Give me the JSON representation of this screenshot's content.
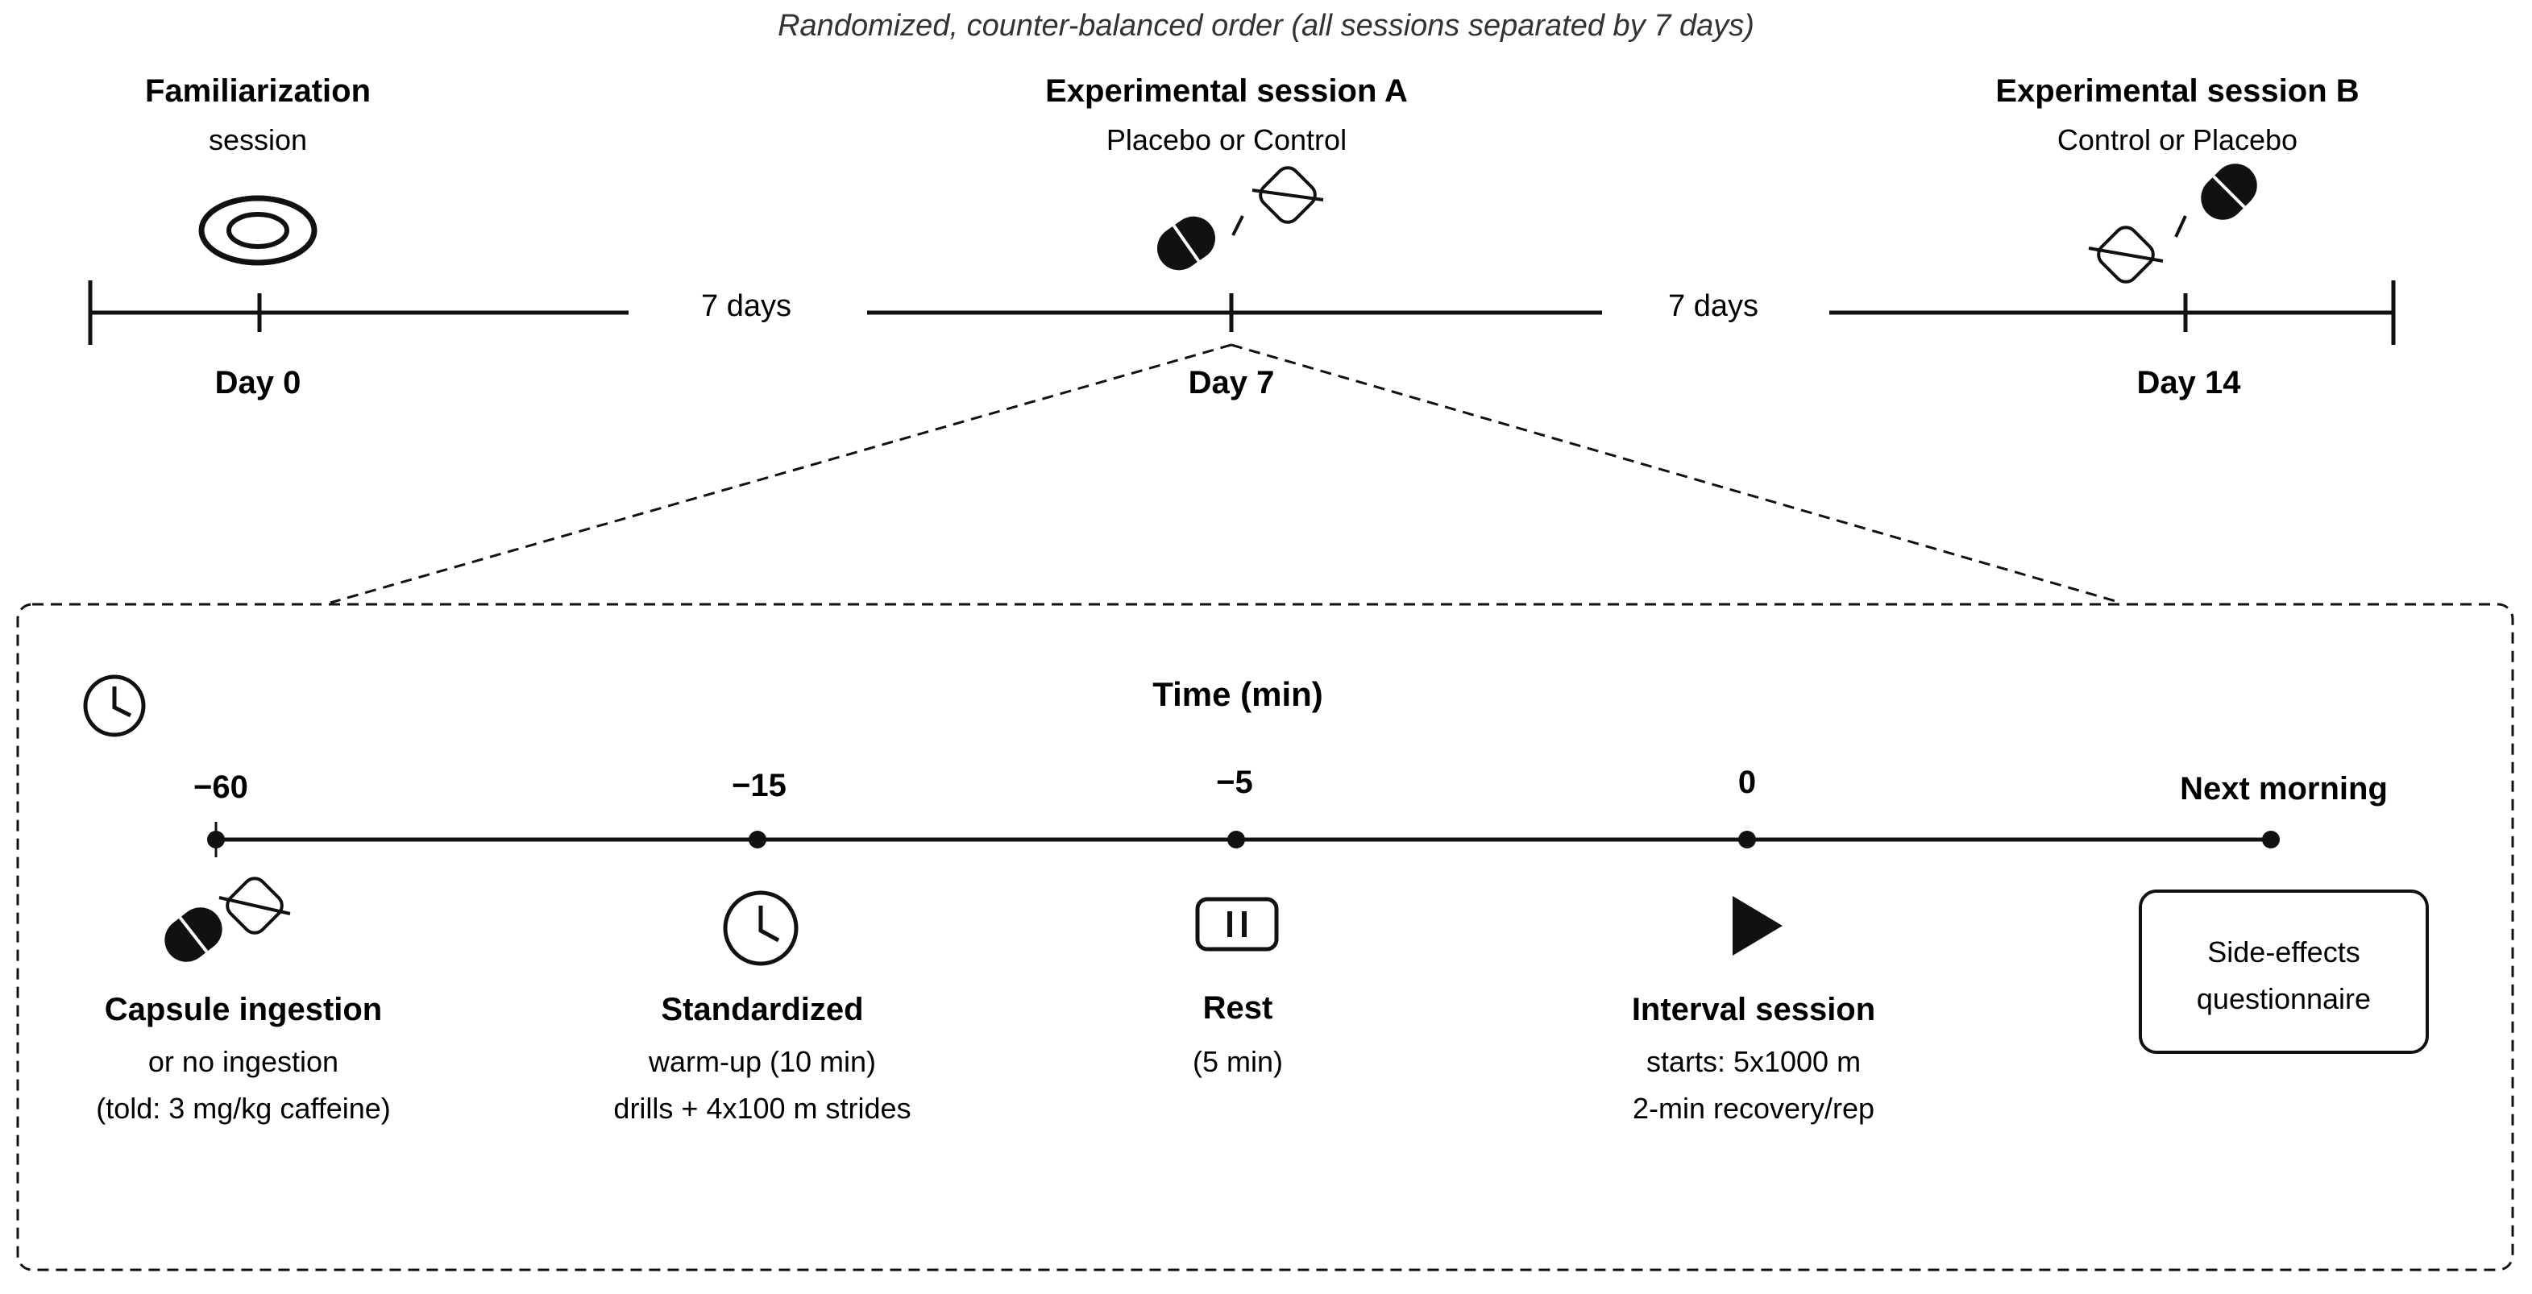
{
  "header": {
    "note": "Randomized, counter-balanced order (all sessions separated by 7 days)"
  },
  "sessions": [
    {
      "title": "Familiarization",
      "subtitle": "session",
      "day": "Day 0",
      "icon": "target-rings-icon"
    },
    {
      "title": "Experimental session A",
      "subtitle": "Placebo or Control",
      "day": "Day 7",
      "icon": "capsule-or-no-capsule-icon"
    },
    {
      "title": "Experimental session B",
      "subtitle": "Control or Placebo",
      "day": "Day 14",
      "icon": "no-capsule-or-capsule-icon"
    }
  ],
  "gaps": [
    "7 days",
    "7 days"
  ],
  "detail": {
    "title": "Time (min)",
    "clock_icon": "clock-icon",
    "ticks": [
      "−60",
      "−15",
      "−5",
      "0",
      "Next morning"
    ],
    "steps": [
      {
        "title": "Capsule ingestion",
        "line1": "or no ingestion",
        "line2": "(told: 3 mg/kg caffeine)",
        "icon": "capsule-icon"
      },
      {
        "title": "Standardized",
        "line1": "warm-up (10 min)",
        "line2": "drills + 4x100 m strides",
        "icon": "clock-icon"
      },
      {
        "title": "Rest",
        "line1": "(5 min)",
        "line2": "",
        "icon": "pause-icon"
      },
      {
        "title": "Interval session",
        "line1": "starts: 5x1000 m",
        "line2": "2-min recovery/rep",
        "icon": "play-icon"
      }
    ],
    "box": {
      "line1": "Side-effects",
      "line2": "questionnaire"
    }
  }
}
